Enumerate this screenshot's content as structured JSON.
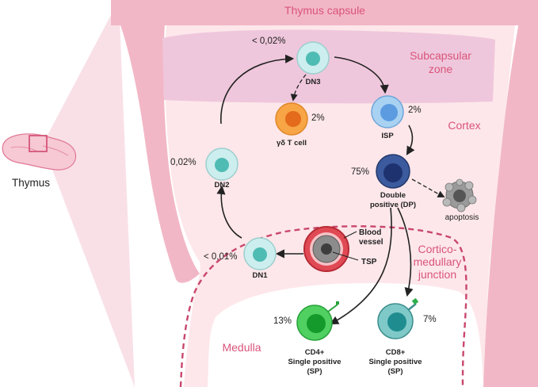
{
  "zones": {
    "capsule": "Thymus capsule",
    "subcapsular_line1": "Subcapsular",
    "subcapsular_line2": "zone",
    "cortex": "Cortex",
    "cm_line1": "Cortico-",
    "cm_line2": "medullary",
    "cm_line3": "junction",
    "medulla": "Medulla"
  },
  "organ": {
    "label": "Thymus"
  },
  "cells": {
    "dn3": {
      "name": "DN3",
      "pct": "< 0,02%",
      "color": "#bfe7e7"
    },
    "gd": {
      "name": "γδ T cell",
      "pct": "2%",
      "color": "#f39a3c"
    },
    "isp": {
      "name": "ISP",
      "pct": "2%",
      "color": "#8cc0ea"
    },
    "dn2": {
      "name": "DN2",
      "pct": "0,02%",
      "color": "#bfe7e7"
    },
    "dp": {
      "name_line1": "Double",
      "name_line2": "positive (DP)",
      "pct": "75%",
      "color": "#2f4a8c"
    },
    "dn1": {
      "name": "DN1",
      "pct": "< 0,01%",
      "color": "#bfe7e7"
    },
    "cd4": {
      "name_line1": "CD4+",
      "name_line2": "Single positive",
      "name_line3": "(SP)",
      "pct": "13%",
      "color": "#3fcc55"
    },
    "cd8": {
      "name_line1": "CD8+",
      "name_line2": "Single positive",
      "name_line3": "(SP)",
      "pct": "7%",
      "color": "#3aa3a3"
    }
  },
  "vessel": {
    "line1": "Blood",
    "line2": "vessel",
    "tsp": "TSP"
  },
  "apoptosis": {
    "label": "apoptosis"
  }
}
